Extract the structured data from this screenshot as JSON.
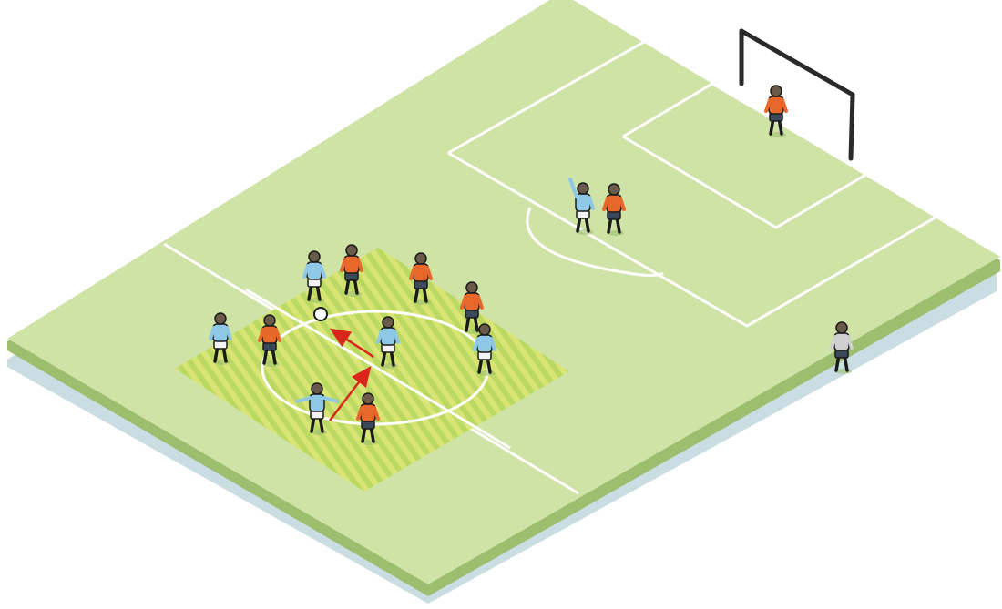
{
  "diagram": {
    "description_type": "isometric soccer pitch drill",
    "colors": {
      "pitch": "#cfe3a6",
      "pitch_edge": "#9dbd6f",
      "pitch_shadow": "#c9dde2",
      "lines": "#ffffff",
      "zone_stripe_a": "#d9e56f",
      "zone_stripe_b": "#b9d85a",
      "team_blue": "#8fc7e6",
      "team_orange": "#e8672a",
      "shorts_dark": "#3a4a5a",
      "shorts_white": "#f4f4f4",
      "arrow": "#d9251c",
      "goal": "#2a2a2a",
      "outline": "#1a1a1a"
    },
    "players": [
      {
        "team": "orange",
        "role": "goalkeeper"
      },
      {
        "team": "blue",
        "role": "attacker",
        "arm_raised": true
      },
      {
        "team": "orange",
        "role": "defender"
      },
      {
        "team": "blue",
        "role": "midfielder",
        "with_ball": true
      },
      {
        "team": "orange",
        "role": "midfielder"
      },
      {
        "team": "orange",
        "role": "midfielder"
      },
      {
        "team": "orange",
        "role": "midfielder"
      },
      {
        "team": "blue",
        "role": "midfielder"
      },
      {
        "team": "orange",
        "role": "midfielder"
      },
      {
        "team": "blue",
        "role": "midfielder"
      },
      {
        "team": "blue",
        "role": "midfielder"
      },
      {
        "team": "blue",
        "role": "midfielder",
        "arms_out": true
      },
      {
        "team": "orange",
        "role": "midfielder"
      },
      {
        "team": "neutral",
        "role": "coach"
      }
    ],
    "passes": [
      {
        "from": "blue-bottom",
        "to": "blue-center"
      },
      {
        "from": "blue-center",
        "to": "ball"
      }
    ]
  }
}
